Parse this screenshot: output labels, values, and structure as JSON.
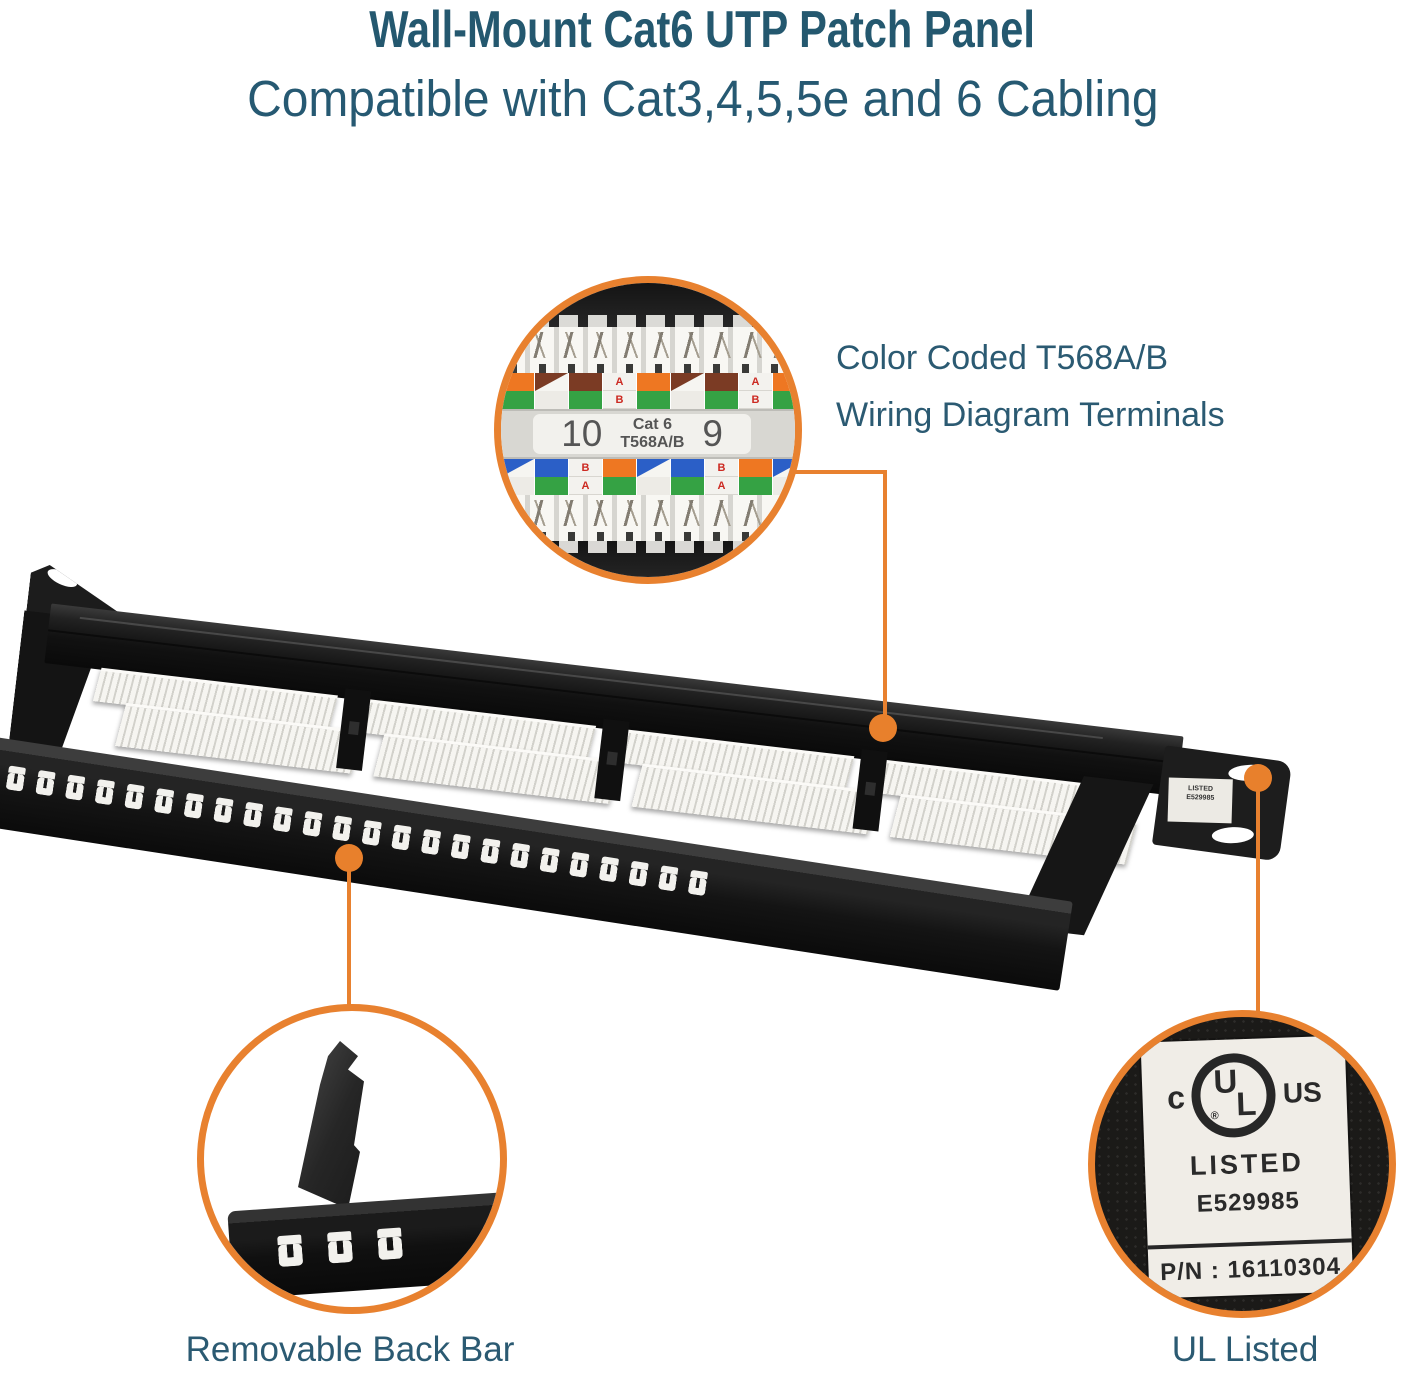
{
  "header": {
    "title": "Wall-Mount Cat6 UTP Patch Panel",
    "subtitle": "Compatible with Cat3,4,5,5e and 6 Cabling"
  },
  "colors": {
    "accent_orange": "#e8812f",
    "heading_teal": "#24586f",
    "wire_orange": "#ee7722",
    "wire_green": "#35a244",
    "wire_brown": "#7b3b24",
    "wire_blue": "#2b5fc7"
  },
  "callouts": {
    "terminals": {
      "line1": "Color Coded T568A/B",
      "line2": "Wiring Diagram Terminals"
    },
    "back_bar": {
      "label": "Removable Back Bar",
      "hook_count": 3
    },
    "ul": {
      "label": "UL Listed"
    }
  },
  "wiring_label": {
    "port_left": "10",
    "port_right": "9",
    "spec_line1": "Cat 6",
    "spec_line2": "T568A/B",
    "letter_a": "A",
    "letter_b": "B",
    "pattern_top": [
      "or/gr",
      "brT/wh",
      "br/gr",
      "AB",
      "or/gr",
      "brT/wh",
      "br/gr",
      "AB",
      "or/gr"
    ],
    "pattern_bottom": [
      "blT/wh",
      "bl/gr",
      "BA",
      "or/gr",
      "blT/wh",
      "bl/gr",
      "BA",
      "or/gr",
      "blT/wh"
    ]
  },
  "ul_label": {
    "c": "c",
    "us": "US",
    "u": "U",
    "l": "L",
    "registered": "®",
    "listed": "LISTED",
    "cert_number": "E529985",
    "part_number": "P/N : 16110304"
  },
  "panel": {
    "hook_count": 24
  }
}
